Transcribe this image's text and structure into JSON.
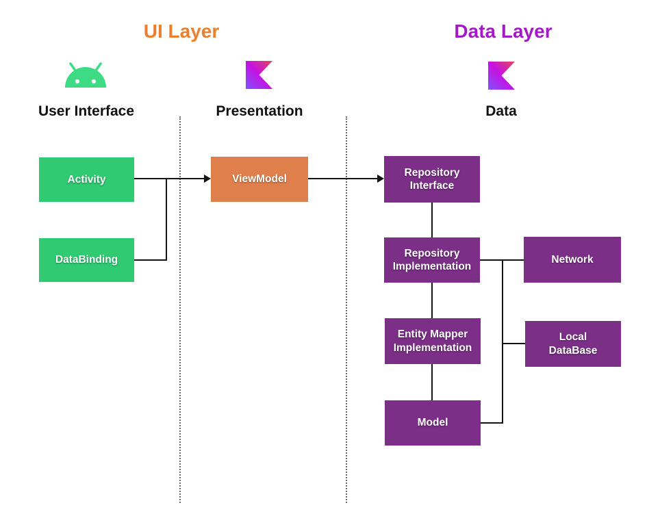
{
  "diagram": {
    "title_badges": {
      "ui_layer": {
        "text": "UI Layer",
        "color": "#ea7f2e"
      },
      "data_layer": {
        "text": "Data Layer",
        "color": "#a21ac6"
      }
    },
    "columns": {
      "user_interface": {
        "label": "User Interface",
        "icon": "android-robot-icon"
      },
      "presentation": {
        "label": "Presentation",
        "icon": "kotlin-icon"
      },
      "data": {
        "label": "Data",
        "icon": "kotlin-icon"
      }
    },
    "nodes": {
      "activity": {
        "label": "Activity",
        "color": "#2fca72"
      },
      "databinding": {
        "label": "DataBinding",
        "color": "#2fca72"
      },
      "viewmodel": {
        "label": "ViewModel",
        "color": "#df7f4b"
      },
      "repository_interface": {
        "label": "Repository\nInterface",
        "color": "#7b2f87"
      },
      "repository_implementation": {
        "label": "Repository\nImplementation",
        "color": "#7b2f87"
      },
      "network": {
        "label": "Network",
        "color": "#7b2f87"
      },
      "entity_mapper_implementation": {
        "label": "Entity Mapper\nImplementation",
        "color": "#7b2f87"
      },
      "local_database": {
        "label": "Local\nDataBase",
        "color": "#7b2f87"
      },
      "model": {
        "label": "Model",
        "color": "#7b2f87"
      }
    },
    "icon_colors": {
      "android_green": "#3ddc84",
      "kotlin_gradient": [
        "#e44857",
        "#c711e1",
        "#7f52ff"
      ]
    },
    "edges": [
      {
        "from": "activity",
        "to": "viewmodel",
        "arrow": true
      },
      {
        "from": "databinding",
        "to": "viewmodel",
        "arrow": true
      },
      {
        "from": "viewmodel",
        "to": "repository_interface",
        "arrow": true
      },
      {
        "from": "repository_interface",
        "to": "repository_implementation",
        "arrow": false
      },
      {
        "from": "repository_implementation",
        "to": "entity_mapper_implementation",
        "arrow": false
      },
      {
        "from": "entity_mapper_implementation",
        "to": "model",
        "arrow": false
      },
      {
        "from": "repository_implementation",
        "to": "network",
        "arrow": false
      },
      {
        "from": "repository_implementation",
        "to": "local_database",
        "arrow": false
      },
      {
        "from": "repository_implementation",
        "to": "model",
        "arrow": false
      }
    ]
  }
}
